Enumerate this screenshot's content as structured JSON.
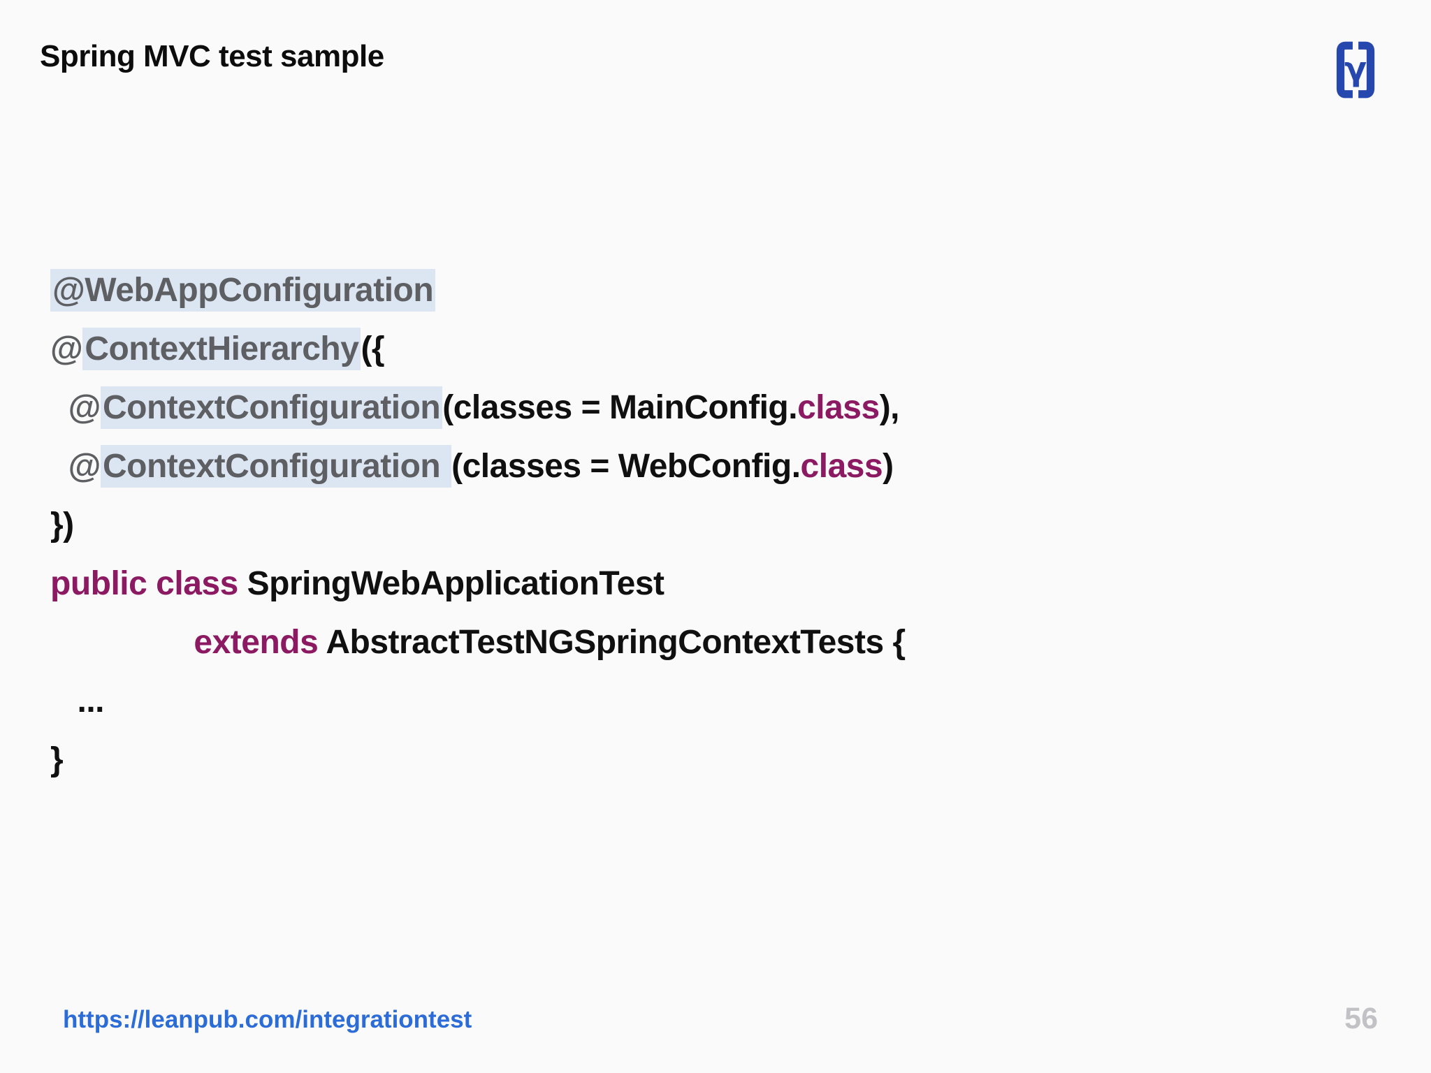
{
  "slide": {
    "title": "Spring MVC test sample",
    "footer_link": "https://leanpub.com/integrationtest",
    "page_number": "56"
  },
  "logo": {
    "glyph": "γ",
    "color": "#2547ae"
  },
  "code": {
    "language": "java",
    "lines": [
      {
        "segments": [
          {
            "text": "@WebAppConfiguration",
            "style": "annotation-highlighted"
          }
        ]
      },
      {
        "segments": [
          {
            "text": "@",
            "style": "annotation"
          },
          {
            "text": "ContextHierarchy",
            "style": "annotation-highlighted"
          },
          {
            "text": "({",
            "style": "plain"
          }
        ]
      },
      {
        "segments": [
          {
            "text": "  ",
            "style": "plain"
          },
          {
            "text": "@",
            "style": "annotation"
          },
          {
            "text": "ContextConfiguration",
            "style": "annotation-highlighted"
          },
          {
            "text": "(classes = MainConfig.",
            "style": "plain"
          },
          {
            "text": "class",
            "style": "keyword"
          },
          {
            "text": "),",
            "style": "plain"
          }
        ]
      },
      {
        "segments": [
          {
            "text": "  ",
            "style": "plain"
          },
          {
            "text": "@",
            "style": "annotation"
          },
          {
            "text": "ContextConfiguration ",
            "style": "annotation-highlighted"
          },
          {
            "text": "(classes = WebConfig.",
            "style": "plain"
          },
          {
            "text": "class",
            "style": "keyword"
          },
          {
            "text": ")",
            "style": "plain"
          }
        ]
      },
      {
        "segments": [
          {
            "text": "})",
            "style": "plain"
          }
        ]
      },
      {
        "segments": [
          {
            "text": "public class",
            "style": "keyword"
          },
          {
            "text": " SpringWebApplicationTest",
            "style": "plain"
          }
        ]
      },
      {
        "segments": [
          {
            "text": "                ",
            "style": "plain"
          },
          {
            "text": "extends",
            "style": "keyword"
          },
          {
            "text": " AbstractTestNGSpringContextTests {",
            "style": "plain"
          }
        ]
      },
      {
        "segments": [
          {
            "text": "   ...",
            "style": "plain"
          }
        ]
      },
      {
        "segments": [
          {
            "text": "}",
            "style": "plain"
          }
        ]
      }
    ]
  },
  "colors": {
    "background": "#fbfafa",
    "code_black": "#101010",
    "annotation_gray": "#5d5f62",
    "highlight_blue": "#dce5f2",
    "keyword_purple": "#8b1a63",
    "link_blue": "#2c6cd6",
    "page_number_gray": "#c2c2c6",
    "logo_blue": "#2547ae"
  }
}
